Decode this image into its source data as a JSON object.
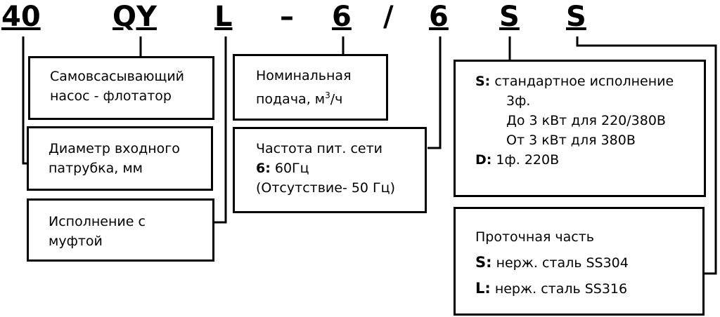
{
  "code_parts": [
    "40",
    "QY",
    "L",
    "–",
    "6",
    "/",
    "6",
    "S",
    "S"
  ],
  "boxes": {
    "self_priming": [
      "Самовсасывающий",
      "насос - флотатор"
    ],
    "inlet_diameter": [
      "Диаметр входного",
      "патрубка, мм"
    ],
    "coupling": [
      "Исполнение с",
      "муфтой"
    ],
    "flow": {
      "line1": "Номинальная",
      "line2_prefix": "подача, м",
      "sup": "3",
      "line2_suffix": "/ч"
    },
    "frequency": {
      "line1": "Частота пит. сети",
      "bold": "6:",
      "value": " 60Гц",
      "line3": "(Отсутствие- 50 Гц)"
    },
    "power": {
      "s_key": "S:",
      "s_text": " стандартное исполнение",
      "s_lines": [
        "3ф.",
        "До 3 кВт для 220/380В",
        "От 3 кВт для 380В"
      ],
      "d_key": "D:",
      "d_text": " 1ф. 220В"
    },
    "wetted": {
      "title": "Проточная часть",
      "s_key": "S:",
      "s_text": " нерж. сталь SS304",
      "l_key": "L:",
      "l_text": " нерж. сталь SS316"
    }
  }
}
